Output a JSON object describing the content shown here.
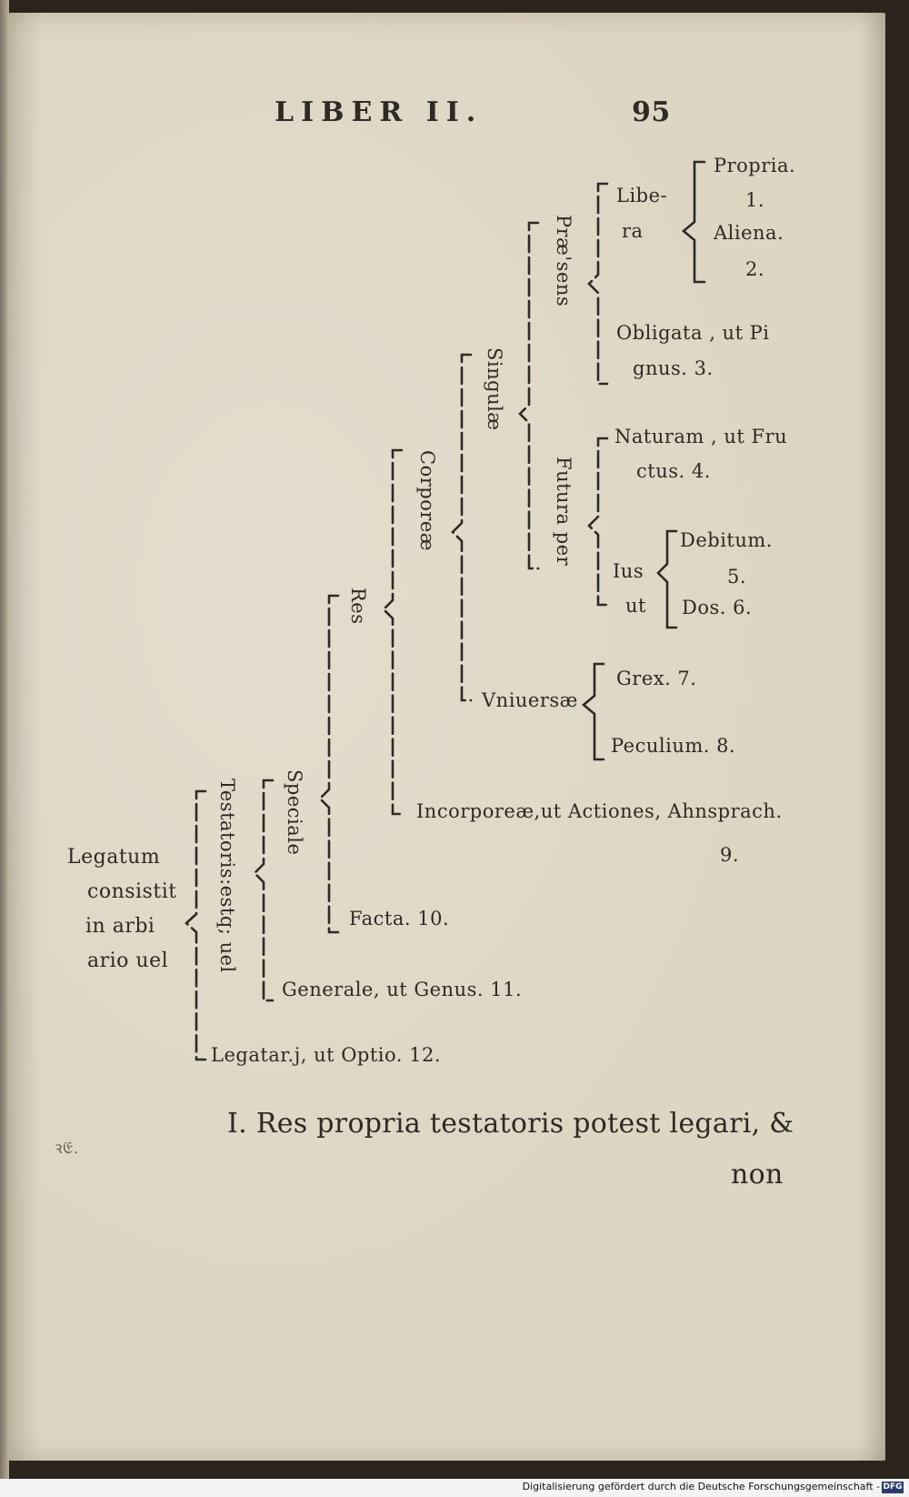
{
  "header": {
    "title": "LIBER II.",
    "folio": "95"
  },
  "diagram": {
    "root": [
      "Legatum",
      "consistit",
      "in arbi",
      "ario uel"
    ],
    "testatoris": "Testatoris:estq; uel",
    "speciale": "Speciale",
    "res": "Res",
    "corporeae": "Corporeæ",
    "singulae": "Singulæ",
    "praesens": "Præ'sens",
    "futura": "Futura per",
    "libera": [
      "Libe-",
      "ra"
    ],
    "propria": "Propria.",
    "n1": "1.",
    "aliena": "Aliena.",
    "n2": "2.",
    "obligata": [
      "Obligata , ut Pi",
      "gnus.   3."
    ],
    "naturam": [
      "Naturam , ut Fru",
      "ctus.   4."
    ],
    "ius": [
      "Ius",
      "ut"
    ],
    "debitum": "Debitum.",
    "n5": "5.",
    "dos": "Dos.  6.",
    "universae": "Vniuersæ",
    "grex": "Grex.  7.",
    "peculium": "Peculium.  8.",
    "incorporeae": "Incorporeæ,ut Actiones, Ahnsprach.",
    "n9": "9.",
    "facta": "Facta.  10.",
    "generale": "Generale, ut Genus.   11.",
    "legatarii": "Legatar.j, ut Optio.  12."
  },
  "body": {
    "line1": "I. Res propria testatoris potest legari, &",
    "line2": "non"
  },
  "marginal_mark": "ꝛ𝔈.",
  "footer": {
    "text": "Digitalisierung gefördert durch die Deutsche Forschungsgemeinschaft -",
    "badge": "DFG"
  }
}
